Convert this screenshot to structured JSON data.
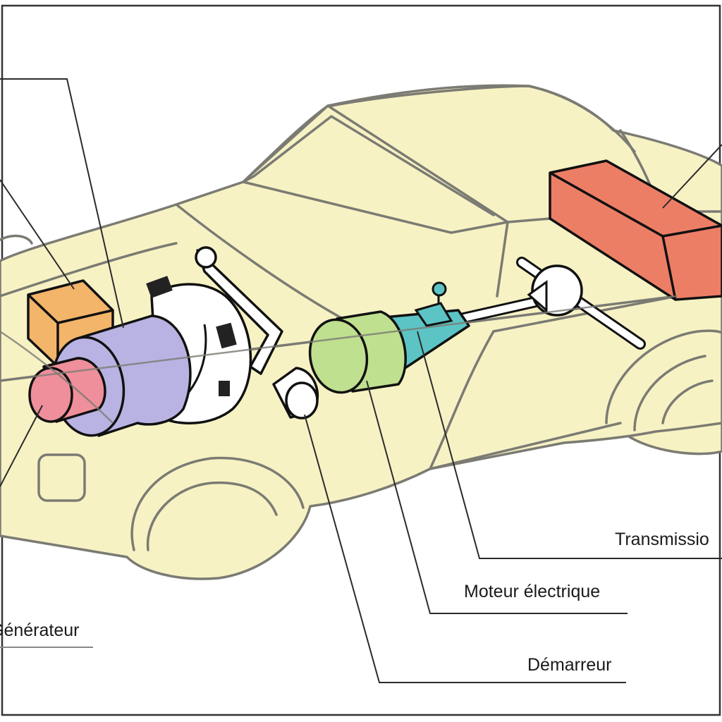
{
  "diagram": {
    "labels": {
      "generator": "Générateur",
      "starter": "Démarreur",
      "electric_motor": "Moteur électrique",
      "transmission": "Transmissio"
    },
    "colors": {
      "car_body": "#f7f2c4",
      "box_orange": "#f3b56a",
      "generator_purple": "#b9b3e3",
      "cap_pink": "#ef8f9b",
      "motor_green": "#bfe08f",
      "cone_teal": "#5cc4c4",
      "battery_red": "#ed7e66"
    }
  }
}
